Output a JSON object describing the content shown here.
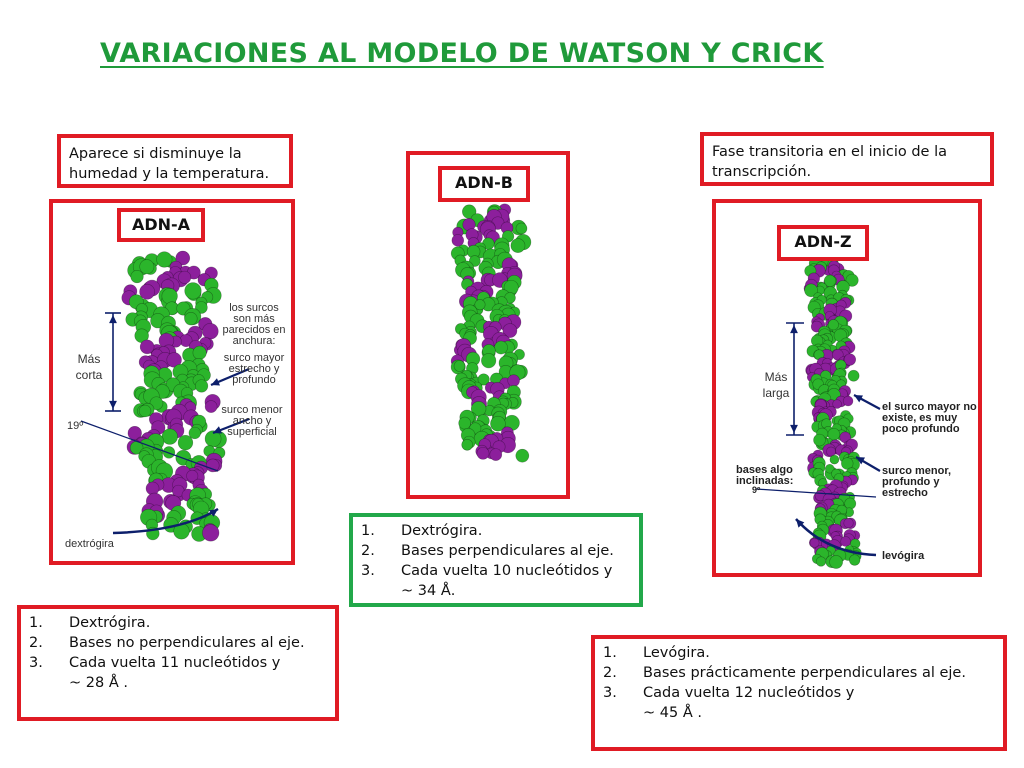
{
  "title": "VARIACIONES AL MODELO DE WATSON Y CRICK",
  "adn_a": {
    "label": "ADN-A",
    "note": "Aparece si disminuye la humedad y la temperatura.",
    "annotations": {
      "surcos": "los surcos son más parecidos en anchura:",
      "mas_corta": "Más corta",
      "surco_mayor": "surco mayor estrecho y profundo",
      "surco_menor": "surco menor ancho y superficial",
      "angle": "19º",
      "dextrogira": "dextrógira"
    },
    "props": [
      {
        "n": "1.",
        "text": "Dextrógira."
      },
      {
        "n": "2.",
        "text": "Bases no perpendiculares al eje."
      },
      {
        "n": "3.",
        "text": "Cada vuelta 11 nucleótidos y"
      },
      {
        "n": "",
        "text": "~ 28 Å ."
      }
    ]
  },
  "adn_b": {
    "label": "ADN-B",
    "props": [
      {
        "n": "1.",
        "text": "Dextrógira."
      },
      {
        "n": "2.",
        "text": "Bases perpendiculares al eje."
      },
      {
        "n": "3.",
        "text": "Cada vuelta 10 nucleótidos y"
      },
      {
        "n": "",
        "text": "~ 34 Å."
      }
    ]
  },
  "adn_z": {
    "label": "ADN-Z",
    "note": "Fase transitoria en el inicio de la transcripción.",
    "annotations": {
      "mas_larga": "Más larga",
      "surco_mayor": "el surco mayor no existe, es muy poco profundo",
      "surco_menor": "surco menor, profundo y estrecho",
      "bases": "bases algo inclinadas:",
      "angle": "9º",
      "levogira": "levógira"
    },
    "props": [
      {
        "n": "1.",
        "text": "Levógira."
      },
      {
        "n": "2.",
        "text": "Bases prácticamente perpendiculares al eje."
      },
      {
        "n": "3.",
        "text": "Cada vuelta 12 nucleótidos y"
      },
      {
        "n": "",
        "text": "~ 45 Å ."
      }
    ]
  },
  "colors": {
    "frame_red": "#e01b24",
    "frame_green": "#22a84a",
    "title_green": "#1f9a3a",
    "atom_green": "#2bb52b",
    "atom_purple": "#8c1f9c",
    "arrow_navy": "#0d1f6b"
  }
}
